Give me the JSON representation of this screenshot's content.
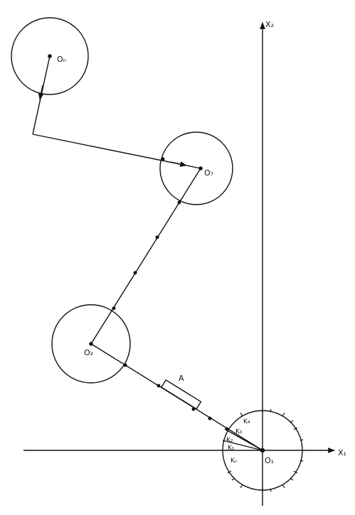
{
  "axes": {
    "x_label": "X₁",
    "y_label": "X₂"
  },
  "points": {
    "o1": "O₁",
    "o2": "O₂",
    "o7": "O₇",
    "on": "Oₙ"
  },
  "sectors": {
    "k1": "K₁",
    "k2": "K₂",
    "k3": "K₃",
    "k4": "K₄",
    "kn": "Kₙ"
  },
  "step": {
    "label": "A"
  }
}
